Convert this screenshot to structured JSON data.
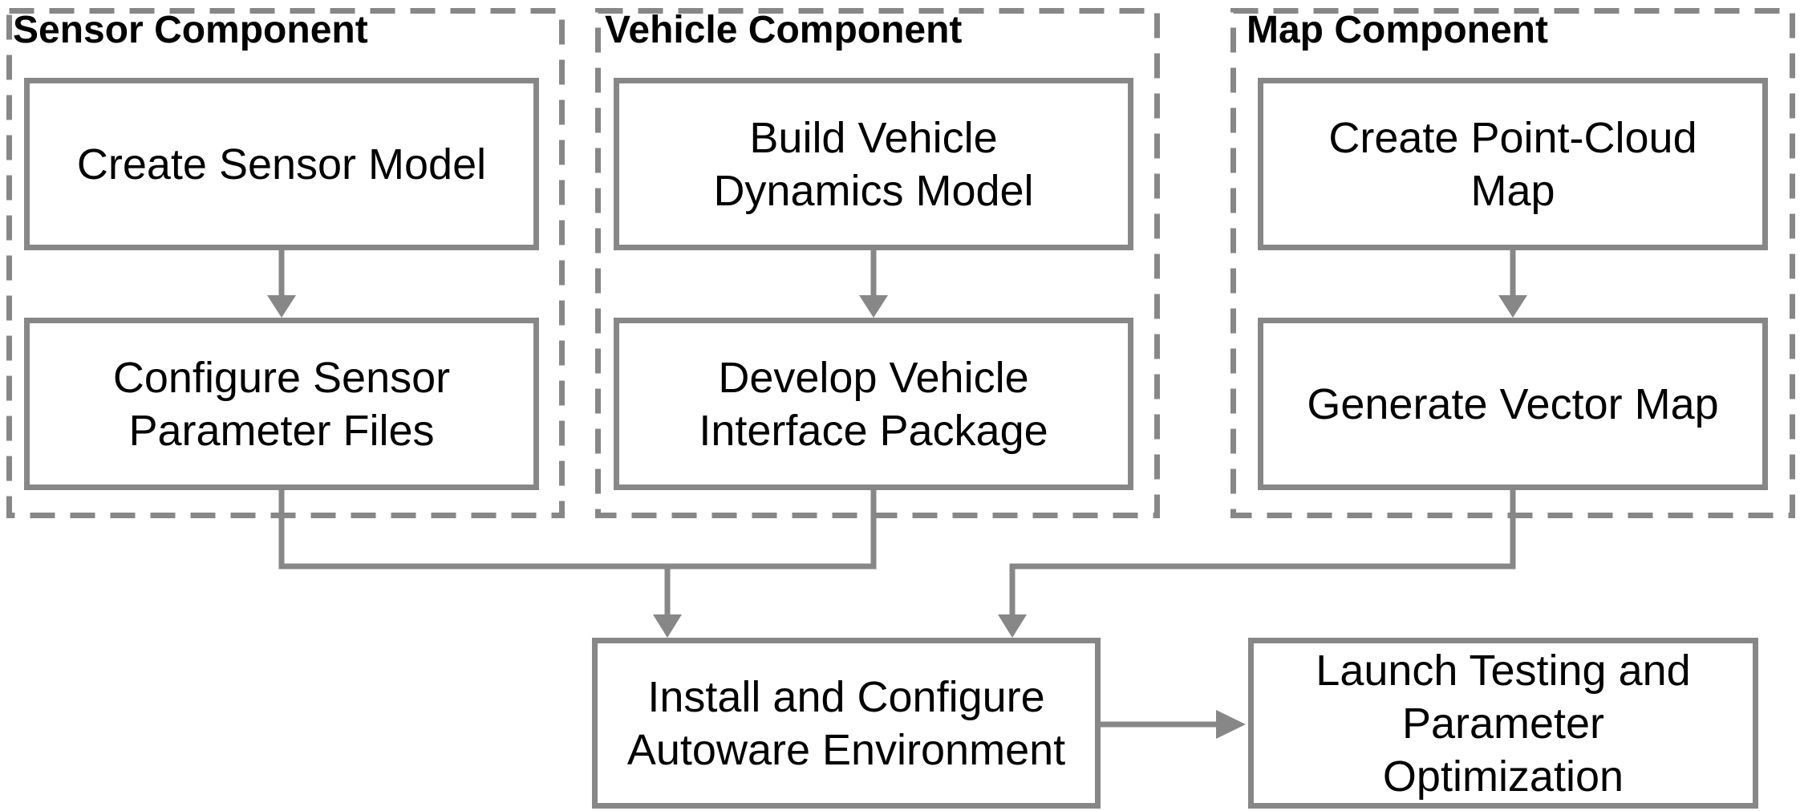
{
  "style": {
    "line_color": "#878787",
    "text_color": "#000000",
    "background_color": "#ffffff"
  },
  "groups": [
    {
      "title": "Sensor Component",
      "steps": [
        {
          "label": "Create Sensor Model"
        },
        {
          "label": "Configure Sensor\nParameter Files"
        }
      ]
    },
    {
      "title": "Vehicle Component",
      "steps": [
        {
          "label": "Build Vehicle\nDynamics Model"
        },
        {
          "label": "Develop Vehicle\nInterface Package"
        }
      ]
    },
    {
      "title": "Map Component",
      "steps": [
        {
          "label": "Create Point-Cloud\nMap"
        },
        {
          "label": "Generate Vector Map"
        }
      ]
    }
  ],
  "final": {
    "install": {
      "label": "Install and Configure\nAutoware Environment"
    },
    "launch": {
      "label": "Launch Testing and\nParameter\nOptimization"
    }
  }
}
